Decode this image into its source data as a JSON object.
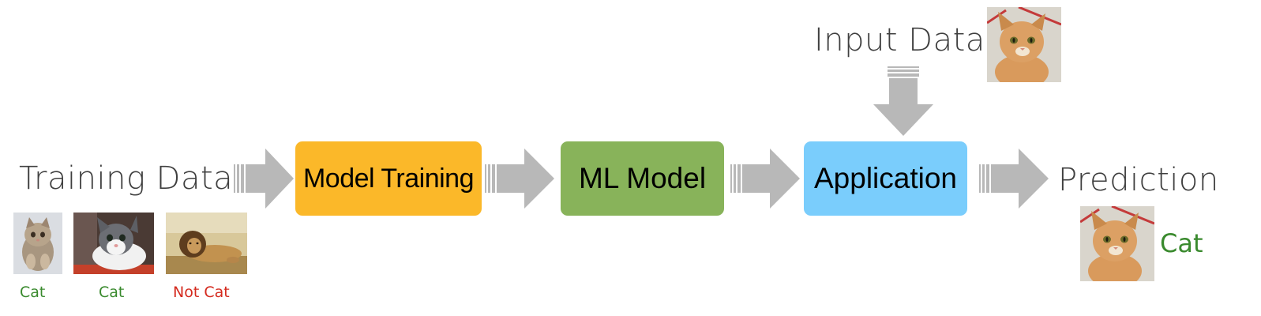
{
  "diagram": {
    "training_data_title": "Training Data",
    "input_data_title": "Input Data",
    "prediction_title": "Prediction",
    "steps": [
      {
        "label": "Model Training",
        "color": "#fbb829"
      },
      {
        "label": "ML Model",
        "color": "#88b35a"
      },
      {
        "label": "Application",
        "color": "#7acdfc"
      }
    ],
    "training_samples": [
      {
        "label": "Cat",
        "label_color": "#3a8a2e",
        "image": "fluffy-kitten-photo"
      },
      {
        "label": "Cat",
        "label_color": "#3a8a2e",
        "image": "gray-white-kitten-photo"
      },
      {
        "label": "Not Cat",
        "label_color": "#d42a1e",
        "image": "lion-photo"
      }
    ],
    "input_image": "orange-tabby-cat-photo",
    "prediction": {
      "label": "Cat",
      "label_color": "#3a8a2e",
      "image": "orange-tabby-cat-photo"
    },
    "arrow_color": "#b8b8b8",
    "text_color": "#3f3f3f"
  }
}
